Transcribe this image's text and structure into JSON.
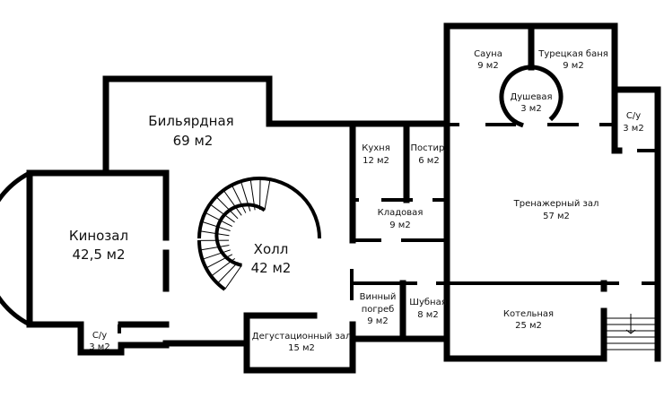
{
  "rooms": {
    "billiard": {
      "name": "Бильярдная",
      "area": "69 м2"
    },
    "cinema": {
      "name": "Кинозал",
      "area": "42,5 м2"
    },
    "hall": {
      "name": "Холл",
      "area": "42 м2"
    },
    "wc_left": {
      "name": "С/у",
      "area": "3 м2"
    },
    "tasting": {
      "name": "Дегустационный зал",
      "area": "15 м2"
    },
    "kitchen": {
      "name": "Кухня",
      "area": "12 м2"
    },
    "laundry": {
      "name": "Постир.",
      "area": "6 м2"
    },
    "pantry": {
      "name": "Кладовая",
      "area": "9 м2"
    },
    "wine": {
      "name_1": "Винный",
      "name_2": "погреб",
      "area": "9 м2"
    },
    "furs": {
      "name": "Шубная",
      "area": "8 м2"
    },
    "sauna": {
      "name": "Сауна",
      "area": "9 м2"
    },
    "turkish": {
      "name": "Турецкая баня",
      "area": "9 м2"
    },
    "shower": {
      "name": "Душевая",
      "area": "3 м2"
    },
    "wc_right": {
      "name": "С/у",
      "area": "3 м2"
    },
    "gym": {
      "name": "Тренажерный зал",
      "area": "57 м2"
    },
    "boiler": {
      "name": "Котельная",
      "area": "25 м2"
    }
  }
}
